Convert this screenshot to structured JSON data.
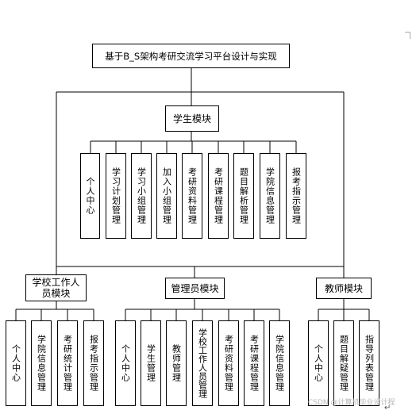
{
  "title": "基于B_S架构考研交流学习平台设计与实现",
  "modules": {
    "student": {
      "label": "学生模块",
      "items": [
        "个人中心",
        "学习计划管理",
        "学习小组管理",
        "加入小组管理",
        "考研资料管理",
        "考研课程管理",
        "题目解析管理",
        "学院信息管理",
        "报考指示管理"
      ]
    },
    "school_staff": {
      "label": "学校工作人员模块",
      "items": [
        "个人中心",
        "学院信息管理",
        "考研统计管理",
        "报考指示管理"
      ]
    },
    "admin": {
      "label": "管理员模块",
      "items": [
        "个人中心",
        "学生管理",
        "教师管理",
        "学校工作人员管理",
        "考研资料管理",
        "考研课程管理",
        "学院信息管理"
      ]
    },
    "teacher": {
      "label": "教师模块",
      "items": [
        "个人中心",
        "题目解疑管理",
        "指导列表管理"
      ]
    }
  },
  "watermark": "CSDN @计算机毕业设计程",
  "enter_mark": "↵"
}
